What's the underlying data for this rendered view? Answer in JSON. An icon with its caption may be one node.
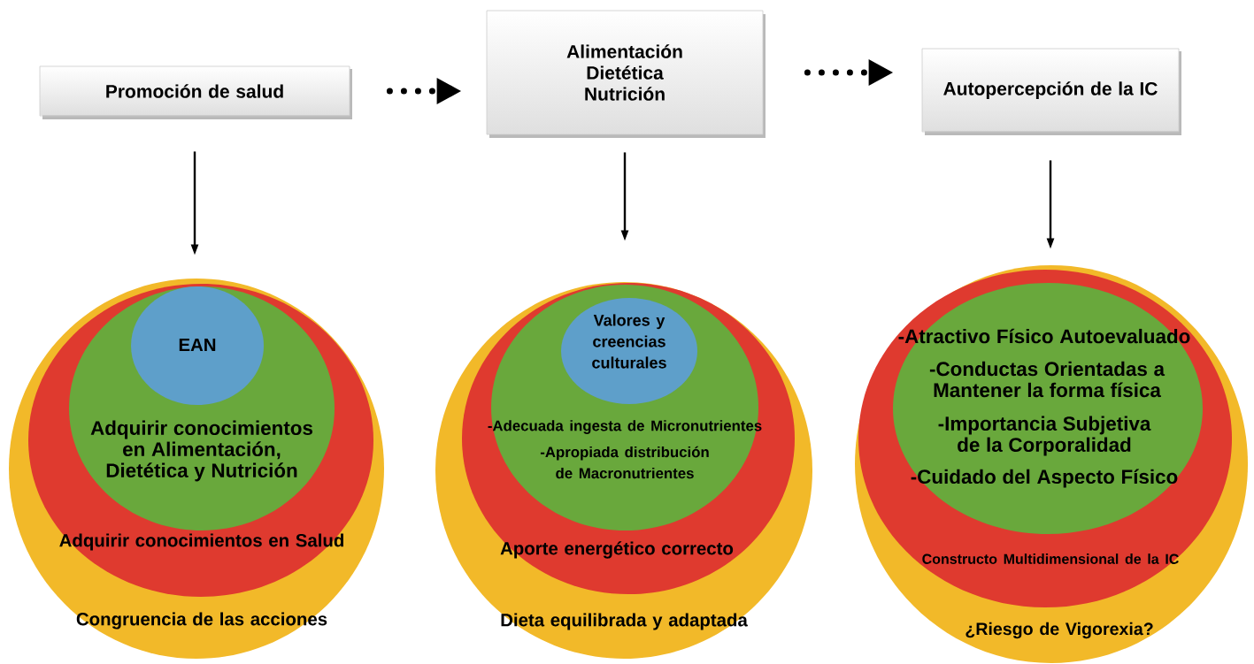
{
  "diagram": {
    "nodes": [
      {
        "text": [
          "Promoción de salud"
        ]
      },
      {
        "text": [
          "Alimentación Dietética Nutrición"
        ]
      },
      {
        "text": [
          "Autopercepción de la IC"
        ]
      },
      {
        "text": [
          "Congruencia de las acciones"
        ]
      },
      {
        "text": [
          "Adquirir conocimientos en Salud"
        ],
        "in": 3
      },
      {
        "text": [
          "Adquirir conocimientos en Alimentación, Dietética y Nutrición"
        ],
        "in": 4
      },
      {
        "text": [
          "EAN"
        ],
        "in": 5
      },
      {
        "text": [
          "Dieta equilibrada y adaptada"
        ]
      },
      {
        "text": [
          "Aporte energético correcto"
        ],
        "in": 7
      },
      {
        "text": [
          "-Adecuada ingesta de Micronutrientes",
          "-Apropiada distribución de Macronutrientes"
        ],
        "in": 8
      },
      {
        "text": [
          "Valores y creencias culturales"
        ],
        "in": 9
      },
      {
        "text": [
          "¿Riesgo de Vigorexia?"
        ]
      },
      {
        "text": [
          "Constructo Multidimensional de la IC"
        ],
        "in": 11
      },
      {
        "text": [
          "-Atractivo Físico Autoevaluado",
          "-Conductas Orientadas a Mantener la forma física",
          "-Importancia Subjetiva de la Corporalidad",
          "-Cuidado del Aspecto Físico"
        ],
        "in": 12
      }
    ],
    "edges": [
      {
        "from": 0,
        "to": 1,
        "arrow": "to",
        "style": "dashed"
      },
      {
        "from": 1,
        "to": 2,
        "arrow": "to",
        "style": "dashed"
      },
      {
        "from": 0,
        "to": 3,
        "arrow": "to"
      },
      {
        "from": 1,
        "to": 7,
        "arrow": "to"
      },
      {
        "from": 2,
        "to": 11,
        "arrow": "to"
      }
    ]
  }
}
